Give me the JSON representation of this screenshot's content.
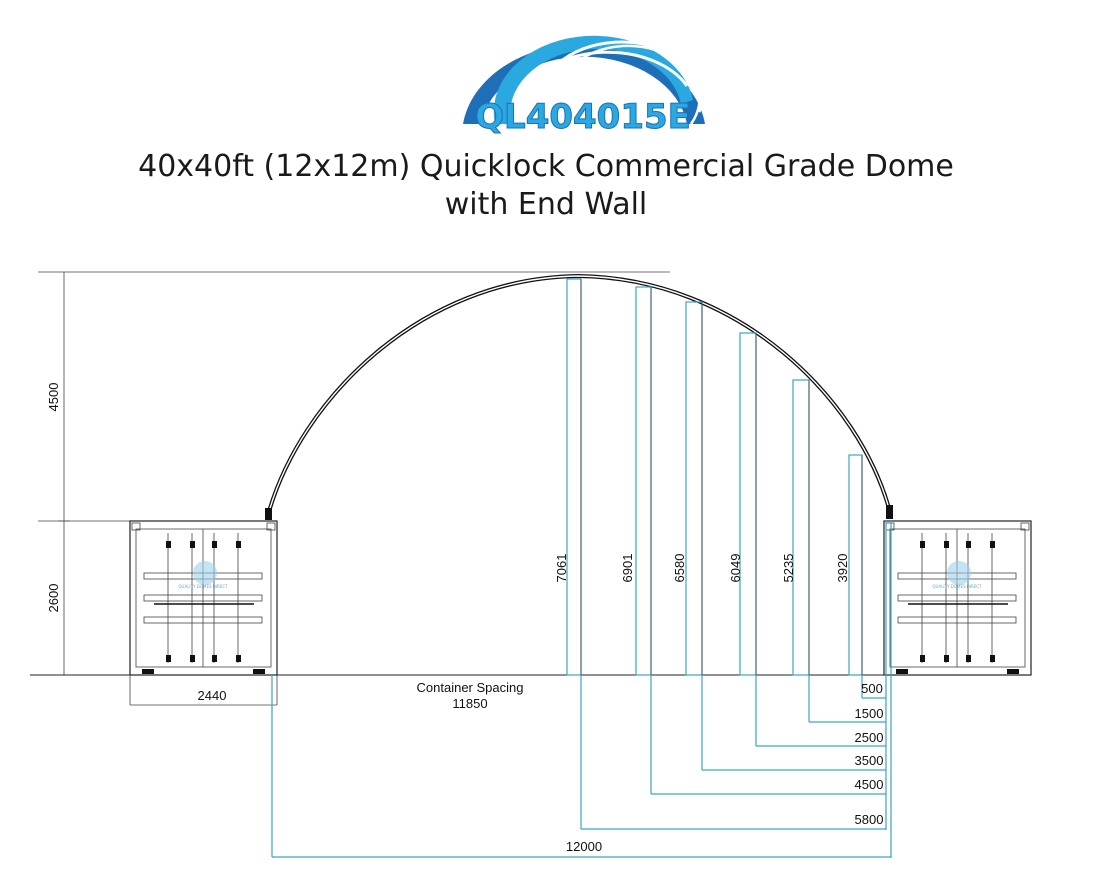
{
  "logo": {
    "text": "QL404015E",
    "icon": "dome-arc-logo",
    "color_dark": "#1e6fb8",
    "color_light": "#2aa8e0"
  },
  "title": {
    "line1": "40x40ft (12x12m) Quicklock Commercial Grade Dome",
    "line2": "with End Wall"
  },
  "dimensions": {
    "left_height_top": "4500",
    "left_height_bottom": "2600",
    "container_width": "2440",
    "spacing_label": "Container Spacing",
    "spacing_value": "11850",
    "total_width": "12000"
  },
  "end_wall_posts": [
    {
      "height": "7061",
      "offset": "5800"
    },
    {
      "height": "6901",
      "offset": "4500"
    },
    {
      "height": "6580",
      "offset": "3500"
    },
    {
      "height": "6049",
      "offset": "2500"
    },
    {
      "height": "5235",
      "offset": "1500"
    },
    {
      "height": "3920",
      "offset": "500"
    }
  ],
  "container_watermark": "QUALITY DOMES DIRECT",
  "colors": {
    "line": "#222222",
    "dimension": "#3aa6c2"
  }
}
